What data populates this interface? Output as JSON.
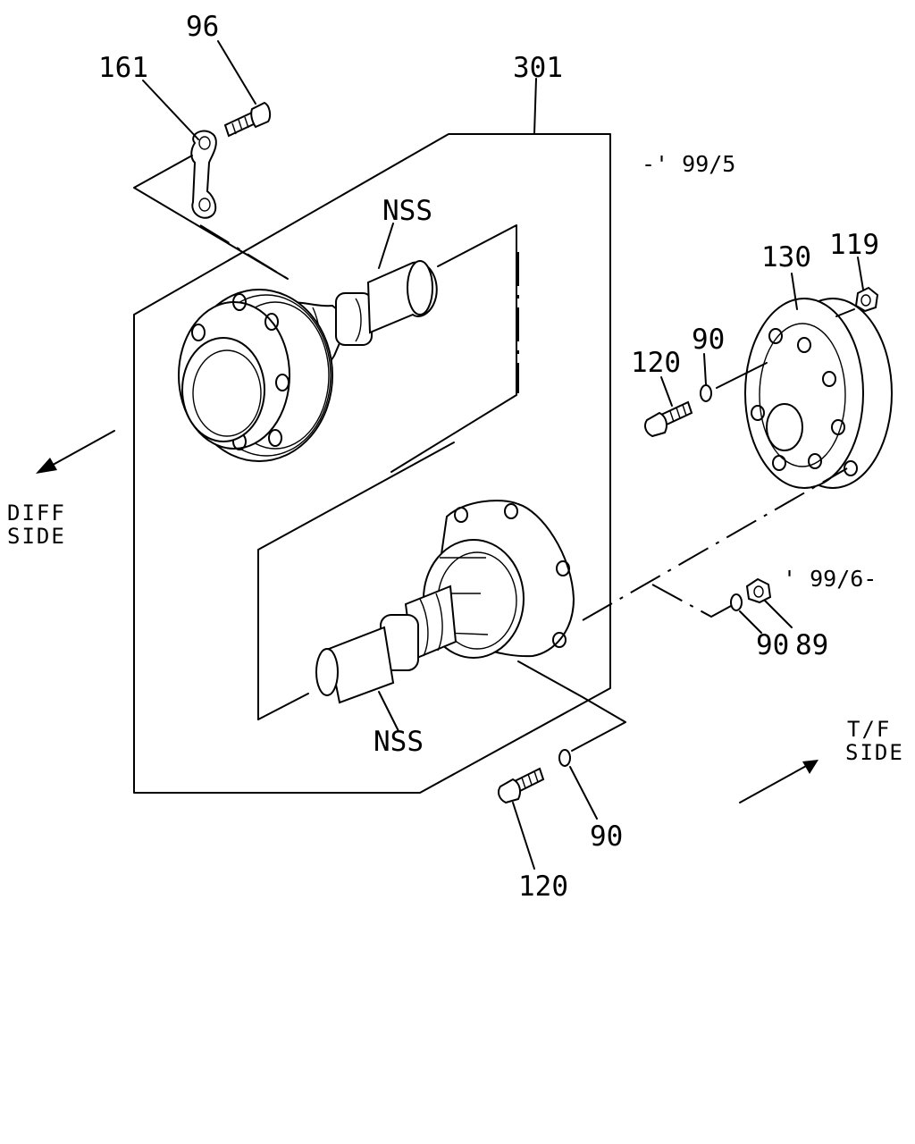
{
  "diagram": {
    "callouts": {
      "c96": "96",
      "c161": "161",
      "c301": "301",
      "c119": "119",
      "c130": "130",
      "c120_upper": "120",
      "c90_upper": "90",
      "c90_mid": "90",
      "c89": "89",
      "c90_lower": "90",
      "c120_lower": "120",
      "nss_upper": "NSS",
      "nss_lower": "NSS"
    },
    "notes": {
      "until": "-' 99/5",
      "from": "' 99/6-"
    },
    "sides": {
      "diff_line1": "DIFF",
      "diff_line2": "SIDE",
      "tf_line1": "T/F",
      "tf_line2": "SIDE"
    }
  }
}
